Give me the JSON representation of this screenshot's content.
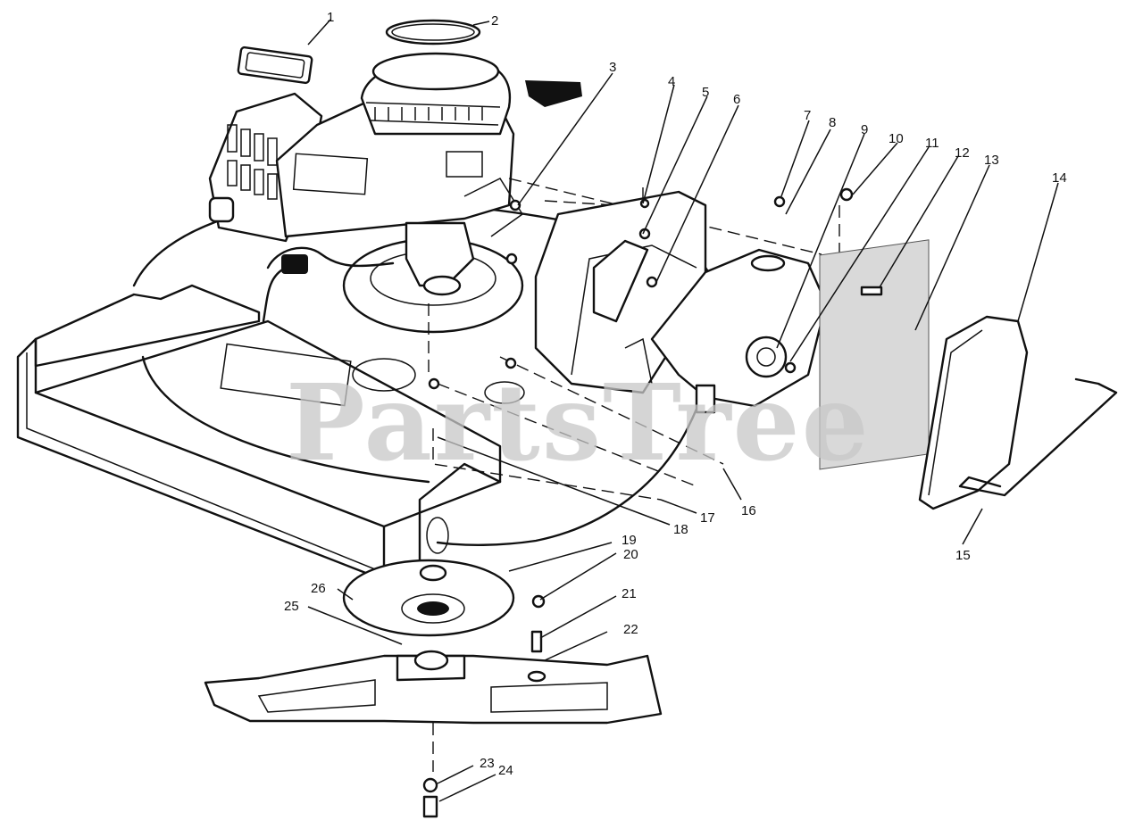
{
  "watermark": "PartsTree",
  "callouts": [
    {
      "label": "1"
    },
    {
      "label": "2"
    },
    {
      "label": "3"
    },
    {
      "label": "4"
    },
    {
      "label": "5"
    },
    {
      "label": "6"
    },
    {
      "label": "7"
    },
    {
      "label": "8"
    },
    {
      "label": "9"
    },
    {
      "label": "10"
    },
    {
      "label": "11"
    },
    {
      "label": "12"
    },
    {
      "label": "13"
    },
    {
      "label": "14"
    },
    {
      "label": "15"
    },
    {
      "label": "16"
    },
    {
      "label": "17"
    },
    {
      "label": "18"
    },
    {
      "label": "19"
    },
    {
      "label": "20"
    },
    {
      "label": "21"
    },
    {
      "label": "22"
    },
    {
      "label": "23"
    },
    {
      "label": "24"
    },
    {
      "label": "25"
    },
    {
      "label": "26"
    }
  ],
  "colors": {
    "line": "#111111",
    "watermark": "#c8c8c8",
    "foam": "#d9d9d9"
  }
}
